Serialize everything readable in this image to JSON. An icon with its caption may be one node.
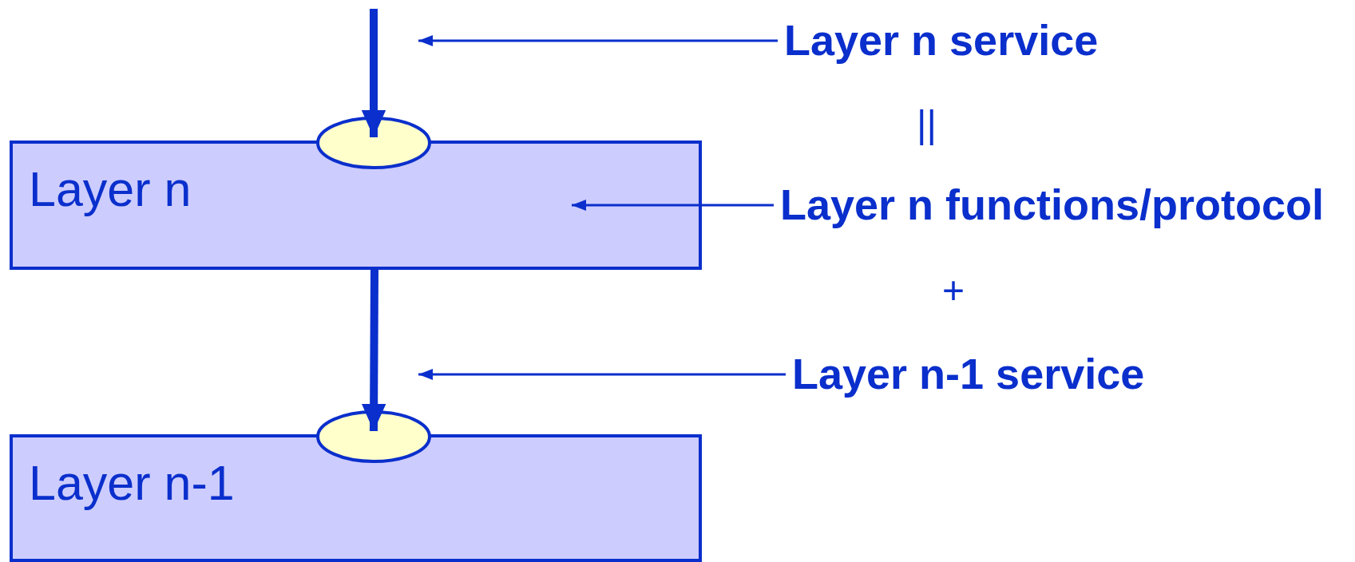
{
  "diagram": {
    "nodes": [
      {
        "text": [
          "Layer n"
        ]
      },
      {
        "text": [],
        "shape": "circle"
      },
      {
        "text": [
          "Layer n-1"
        ]
      },
      {
        "text": [],
        "shape": "circle"
      },
      {
        "text": [
          "Layer n service"
        ]
      },
      {
        "text": [
          "Layer n functions/protocol"
        ]
      },
      {
        "text": [
          "Layer n-1 service"
        ]
      }
    ],
    "edges": [
      {
        "from": null,
        "to": 1,
        "arrow": "to",
        "style": "thick"
      },
      {
        "from": 0,
        "to": 3,
        "arrow": "to",
        "style": "thick"
      },
      {
        "from": 4,
        "to": null,
        "arrow": "to"
      },
      {
        "from": 5,
        "to": 0,
        "arrow": "to"
      },
      {
        "from": 6,
        "to": null,
        "arrow": "to"
      }
    ],
    "labels": [
      "||",
      "+"
    ]
  }
}
